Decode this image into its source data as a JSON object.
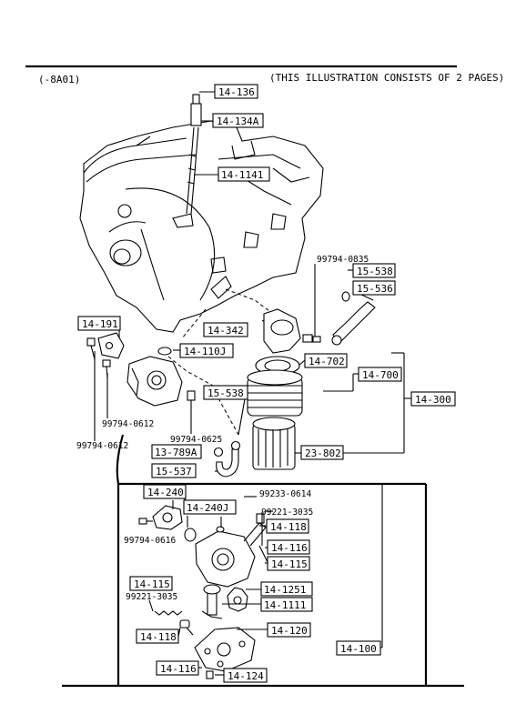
{
  "header": {
    "code": "(-8A01)",
    "note": "(THIS ILLUSTRATION CONSISTS OF  2 PAGES)"
  },
  "callouts": {
    "p14_136": "14-136",
    "p14_134A": "14-134A",
    "p14_1141": "14-1141",
    "p99794_0835": "99794-0835",
    "p15_538_top": "15-538",
    "p15_536": "15-536",
    "p14_191": "14-191",
    "p14_342": "14-342",
    "p14_110J": "14-110J",
    "p14_702": "14-702",
    "p14_700": "14-700",
    "p14_300": "14-300",
    "p15_538": "15-538",
    "p99794_0612a": "99794-0612",
    "p99794_0612b": "99794-0612",
    "p99794_0625": "99794-0625",
    "p13_789A": "13-789A",
    "p23_802": "23-802",
    "p15_537": "15-537",
    "p14_240": "14-240",
    "p14_240J": "14-240J",
    "p99233_0614": "99233-0614",
    "p99221_3035a": "99221-3035",
    "p14_118a": "14-118",
    "p99794_0616": "99794-0616",
    "p14_116a": "14-116",
    "p14_115a": "14-115",
    "p14_115b": "14-115",
    "p99221_3035b": "99221-3035",
    "p14_1251": "14-1251",
    "p14_1111": "14-1111",
    "p14_118b": "14-118",
    "p14_120": "14-120",
    "p14_100": "14-100",
    "p14_116b": "14-116",
    "p14_124": "14-124"
  }
}
